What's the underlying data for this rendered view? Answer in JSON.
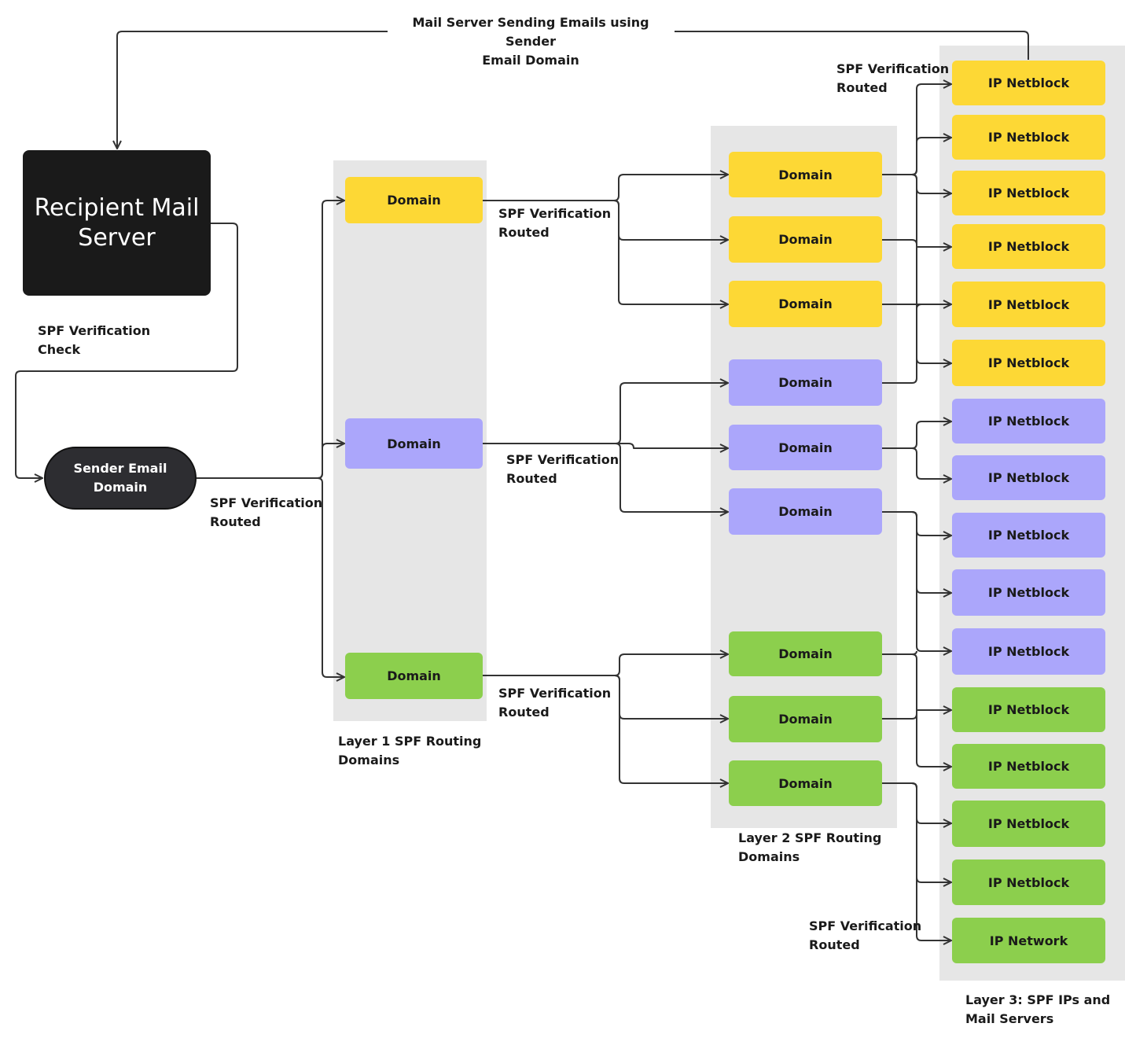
{
  "title_label": "Mail Server Sending Emails using Sender\nEmail Domain",
  "recipient": "Recipient Mail\nServer",
  "sender": "Sender Email\nDomain",
  "check_label": "SPF Verification\nCheck",
  "routed_label": "SPF Verification\nRouted",
  "layer1_label": "Layer 1 SPF Routing\nDomains",
  "layer2_label": "Layer 2 SPF Routing\nDomains",
  "layer3_label": "Layer 3: SPF IPs and\nMail Servers",
  "colors": {
    "yellow": "#fdd835",
    "purple": "#aba6fb",
    "green": "#8ccf4d",
    "panel": "#e6e6e6"
  },
  "layer1": [
    "Domain",
    "Domain",
    "Domain"
  ],
  "layer2": [
    "Domain",
    "Domain",
    "Domain",
    "Domain",
    "Domain",
    "Domain",
    "Domain",
    "Domain",
    "Domain"
  ],
  "layer3": [
    "IP Netblock",
    "IP Netblock",
    "IP Netblock",
    "IP Netblock",
    "IP Netblock",
    "IP Netblock",
    "IP Netblock",
    "IP Netblock",
    "IP Netblock",
    "IP Netblock",
    "IP Netblock",
    "IP Netblock",
    "IP Netblock",
    "IP Netblock",
    "IP Netblock",
    "IP Network"
  ]
}
